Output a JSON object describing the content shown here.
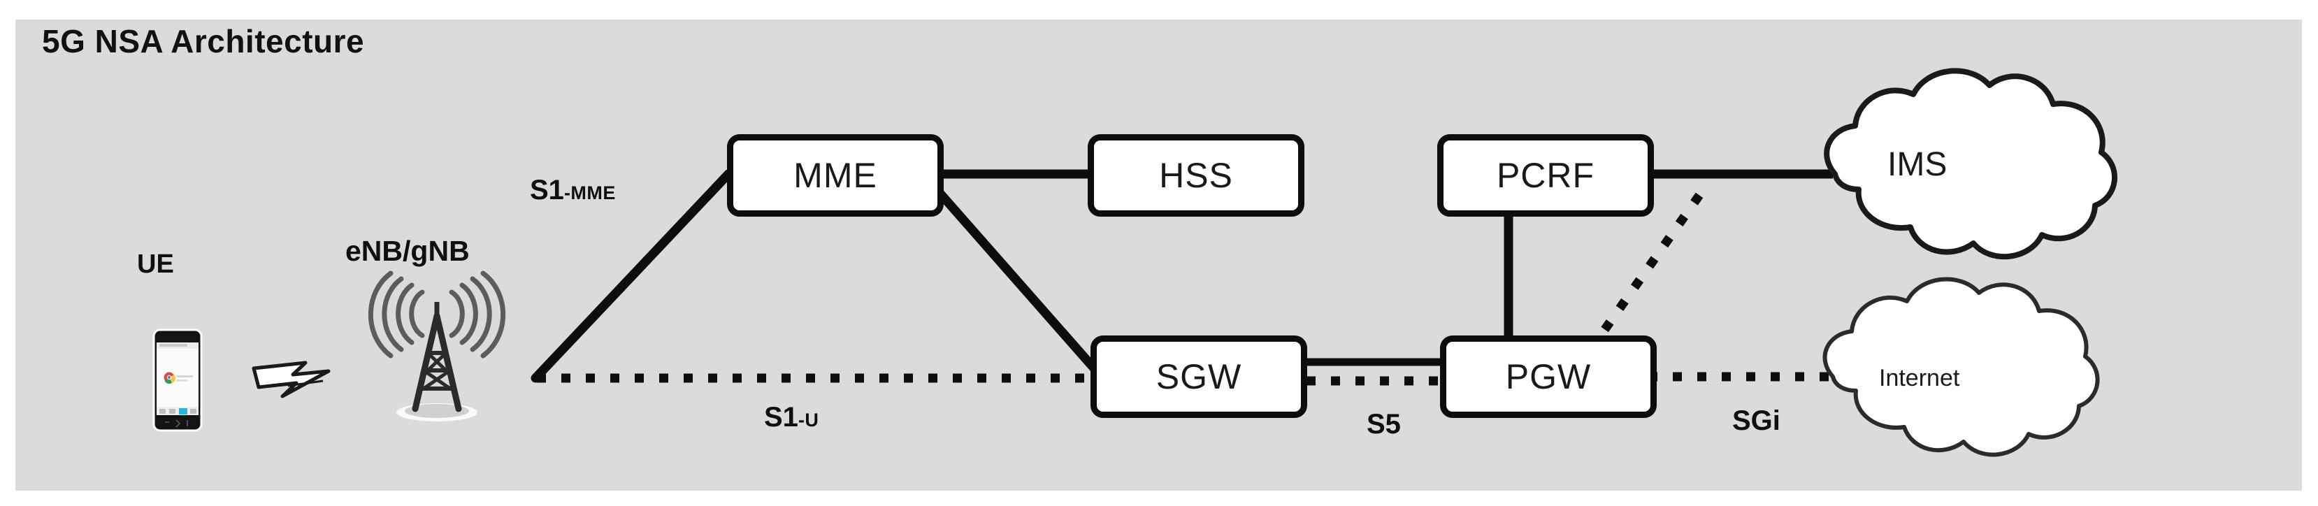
{
  "title": "5G NSA Architecture",
  "colors": {
    "panel_bg": "#dbdbdb",
    "page_bg": "#ffffff",
    "stroke": "#0d0d0d",
    "node_fill": "#ffffff",
    "text": "#111111"
  },
  "endpoints": {
    "ue_label": "UE",
    "enb_label": "eNB/gNB"
  },
  "nodes": [
    {
      "id": "mme",
      "label": "MME"
    },
    {
      "id": "hss",
      "label": "HSS"
    },
    {
      "id": "pcrf",
      "label": "PCRF"
    },
    {
      "id": "sgw",
      "label": "SGW"
    },
    {
      "id": "pgw",
      "label": "PGW"
    }
  ],
  "clouds": [
    {
      "id": "ims",
      "label": "IMS"
    },
    {
      "id": "internet",
      "label": "Internet"
    }
  ],
  "interfaces": [
    {
      "id": "s1-mme",
      "base": "S1",
      "suffix": "-MME",
      "style": "solid",
      "from": "enb",
      "to": "mme"
    },
    {
      "id": "s1-u",
      "base": "S1",
      "suffix": "-U",
      "style": "dotted",
      "from": "enb",
      "to": "sgw"
    },
    {
      "id": "s5",
      "base": "S5",
      "suffix": "",
      "style": "solid+dotted",
      "from": "sgw",
      "to": "pgw"
    },
    {
      "id": "sgi",
      "base": "SGi",
      "suffix": "",
      "style": "dotted",
      "from": "pgw",
      "to": "internet"
    }
  ],
  "links": [
    {
      "id": "mme-hss",
      "from": "mme",
      "to": "hss",
      "style": "solid"
    },
    {
      "id": "mme-sgw",
      "from": "mme",
      "to": "sgw",
      "style": "solid"
    },
    {
      "id": "pcrf-ims",
      "from": "pcrf",
      "to": "ims",
      "style": "solid"
    },
    {
      "id": "pcrf-pgw",
      "from": "pcrf",
      "to": "pgw",
      "style": "solid"
    },
    {
      "id": "sgw-pgw",
      "from": "sgw",
      "to": "pgw",
      "style": "solid+dotted"
    },
    {
      "id": "pgw-ims",
      "from": "pgw",
      "to": "ims",
      "style": "dotted"
    },
    {
      "id": "pgw-inet",
      "from": "pgw",
      "to": "internet",
      "style": "dotted"
    },
    {
      "id": "ue-enb",
      "from": "ue",
      "to": "enb",
      "style": "wireless"
    }
  ],
  "icons": {
    "ue": "smartphone-icon",
    "air_interface": "lightning-bolt-icon",
    "enb": "cell-tower-icon",
    "ims": "cloud-icon",
    "internet": "cloud-icon"
  }
}
